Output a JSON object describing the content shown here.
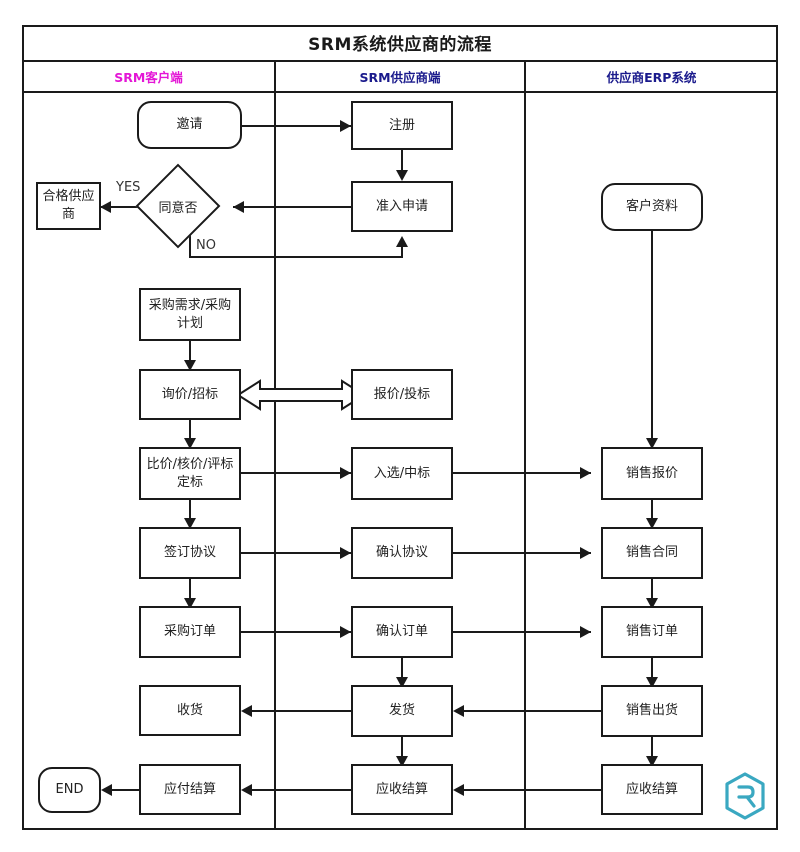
{
  "diagram": {
    "title": "SRM系统供应商的流程",
    "lanes": [
      {
        "id": "client",
        "label": "SRM客户端",
        "color": "#e416d6"
      },
      {
        "id": "supplier",
        "label": "SRM供应商端",
        "color": "#1a1a8c"
      },
      {
        "id": "erp",
        "label": "供应商ERP系统",
        "color": "#1a1a8c"
      }
    ],
    "colors": {
      "stroke": "#1a1a1a",
      "node_fill": "#ffffff",
      "text": "#222222",
      "lane1_header": "#e416d6",
      "lane2_header": "#1a1a8c",
      "lane3_header": "#1a1a8c",
      "logo": "#3aa8c1"
    },
    "edge_labels": {
      "yes": "YES",
      "no": "NO"
    },
    "nodes": {
      "invite": {
        "label": "邀请",
        "shape": "stadium",
        "lane": "client"
      },
      "qualified": {
        "label": "合格供应商",
        "shape": "rect",
        "lane": "client"
      },
      "agree": {
        "label": "同意否",
        "shape": "diamond",
        "lane": "client"
      },
      "purchase_req": {
        "label": "采购需求/采购计划",
        "shape": "rect",
        "lane": "client"
      },
      "inquiry": {
        "label": "询价/招标",
        "shape": "rect",
        "lane": "client"
      },
      "compare": {
        "label": "比价/核价/评标定标",
        "shape": "rect",
        "lane": "client"
      },
      "sign_agreement": {
        "label": "签订协议",
        "shape": "rect",
        "lane": "client"
      },
      "purchase_order": {
        "label": "采购订单",
        "shape": "rect",
        "lane": "client"
      },
      "receive_goods": {
        "label": "收货",
        "shape": "rect",
        "lane": "client"
      },
      "payable": {
        "label": "应付结算",
        "shape": "rect",
        "lane": "client"
      },
      "end": {
        "label": "END",
        "shape": "stadium",
        "lane": "client"
      },
      "register": {
        "label": "注册",
        "shape": "rect",
        "lane": "supplier"
      },
      "admission": {
        "label": "准入申请",
        "shape": "rect",
        "lane": "supplier"
      },
      "quote": {
        "label": "报价/投标",
        "shape": "rect",
        "lane": "supplier"
      },
      "selected": {
        "label": "入选/中标",
        "shape": "rect",
        "lane": "supplier"
      },
      "confirm_agree": {
        "label": "确认协议",
        "shape": "rect",
        "lane": "supplier"
      },
      "confirm_order": {
        "label": "确认订单",
        "shape": "rect",
        "lane": "supplier"
      },
      "ship": {
        "label": "发货",
        "shape": "rect",
        "lane": "supplier"
      },
      "receivable_s": {
        "label": "应收结算",
        "shape": "rect",
        "lane": "supplier"
      },
      "customer_data": {
        "label": "客户资料",
        "shape": "stadium",
        "lane": "erp"
      },
      "sales_quote": {
        "label": "销售报价",
        "shape": "rect",
        "lane": "erp"
      },
      "sales_contract": {
        "label": "销售合同",
        "shape": "rect",
        "lane": "erp"
      },
      "sales_order": {
        "label": "销售订单",
        "shape": "rect",
        "lane": "erp"
      },
      "sales_delivery": {
        "label": "销售出货",
        "shape": "rect",
        "lane": "erp"
      },
      "receivable_e": {
        "label": "应收结算",
        "shape": "rect",
        "lane": "erp"
      }
    }
  }
}
